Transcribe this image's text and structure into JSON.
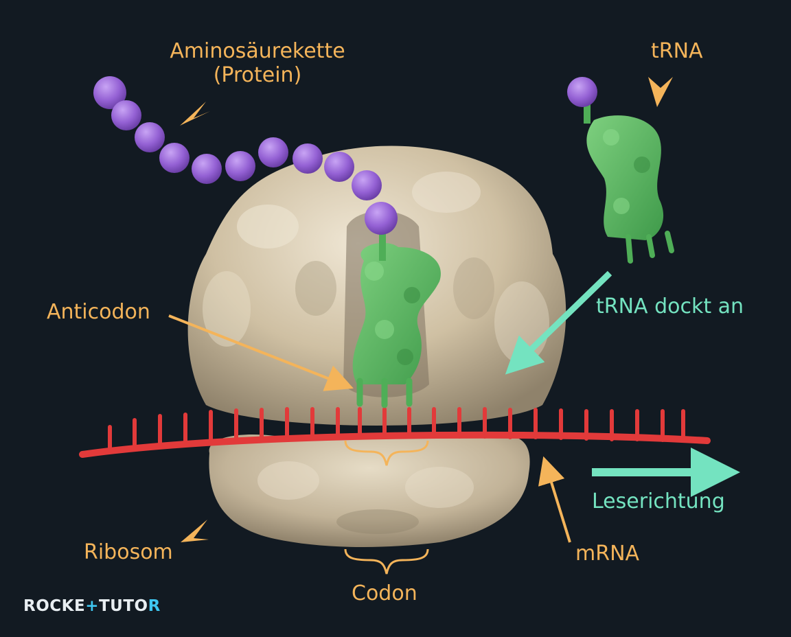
{
  "labels": {
    "amino_line1": "Aminosäurekette",
    "amino_line2": "(Protein)",
    "trna": "tRNA",
    "anticodon": "Anticodon",
    "trna_docks": "tRNA dockt an",
    "reading_direction": "Leserichtung",
    "ribosome": "Ribosom",
    "codon": "Codon",
    "mrna": "mRNA"
  },
  "logo": {
    "part1": "ROCKE",
    "plus": "+",
    "part2": "TUTO",
    "end": "R"
  },
  "colors": {
    "background": "#121a22",
    "label_orange": "#f4b45a",
    "label_green": "#74e3c0",
    "ribosome": "#d6c8ad",
    "trna": "#4fae57",
    "amino_bead": "#9b6ad6",
    "mrna": "#e23a3a"
  }
}
